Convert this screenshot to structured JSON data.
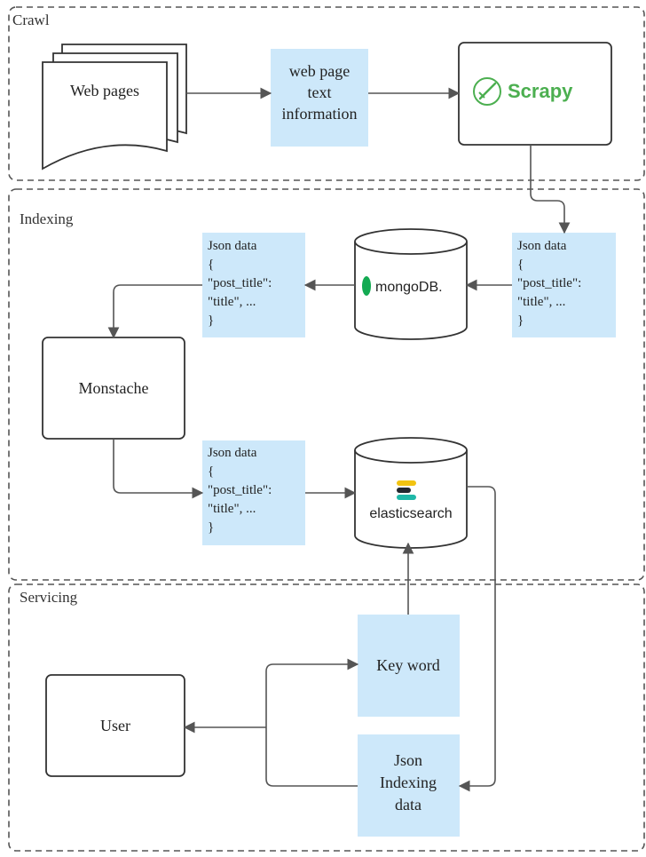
{
  "lanes": {
    "crawl": "Crawl",
    "indexing": "Indexing",
    "servicing": "Servicing"
  },
  "crawl": {
    "web_pages": "Web pages",
    "text_info": [
      "web page",
      "text",
      "information"
    ],
    "scrapy": "Scrapy"
  },
  "indexing": {
    "json_scrapy": [
      "Json data",
      "{",
      "\"post_title\":",
      "\"title\", ...",
      "}"
    ],
    "mongodb": "mongoDB.",
    "json_mongo": [
      "Json data",
      "{",
      "\"post_title\":",
      "\"title\", ...",
      "}"
    ],
    "monstache": "Monstache",
    "json_monstache": [
      "Json data",
      "{",
      "\"post_title\":",
      "\"title\", ...",
      "}"
    ],
    "elasticsearch": "elasticsearch"
  },
  "servicing": {
    "keyword": "Key word",
    "user": "User",
    "json_indexing": [
      "Json",
      "Indexing",
      "data"
    ]
  },
  "colors": {
    "note_fill": "#cde8fa",
    "scrapy_green": "#4caf50",
    "mongo_green": "#13aa52",
    "elastic_yellow": "#f2c311",
    "elastic_teal": "#1fb8a8",
    "elastic_blue": "#2c66b3",
    "elastic_dark": "#23272f"
  },
  "icons": [
    "scrapy-logo-icon",
    "mongodb-leaf-icon",
    "elasticsearch-logo-icon"
  ]
}
